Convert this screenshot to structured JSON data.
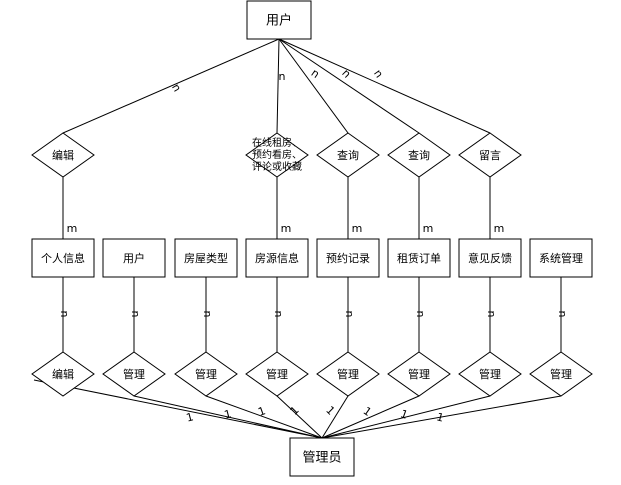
{
  "diagram": {
    "top_entity": "用户",
    "bottom_entity": "管理员",
    "entities": [
      "个人信息",
      "用户",
      "房屋类型",
      "房源信息",
      "预约记录",
      "租赁订单",
      "意见反馈",
      "系统管理"
    ],
    "top_relations": [
      {
        "label": "编辑",
        "entity_index": 0,
        "top_card": "n",
        "bottom_card": "m"
      },
      {
        "label_lines": [
          "在线租房、",
          "预约看房、",
          "评论或收藏"
        ],
        "entity_index": 3,
        "top_card": "n",
        "bottom_card": "m"
      },
      {
        "label": "查询",
        "entity_index": 4,
        "top_card": "n",
        "bottom_card": "m"
      },
      {
        "label": "查询",
        "entity_index": 5,
        "top_card": "n",
        "bottom_card": "m"
      },
      {
        "label": "留言",
        "entity_index": 6,
        "top_card": "n",
        "bottom_card": "m"
      }
    ],
    "bottom_relations": [
      {
        "label": "编辑",
        "top_card": "n",
        "bottom_card": "1"
      },
      {
        "label": "管理",
        "top_card": "n",
        "bottom_card": "1"
      },
      {
        "label": "管理",
        "top_card": "n",
        "bottom_card": "1"
      },
      {
        "label": "管理",
        "top_card": "n",
        "bottom_card": "1"
      },
      {
        "label": "管理",
        "top_card": "n",
        "bottom_card": "1"
      },
      {
        "label": "管理",
        "top_card": "n",
        "bottom_card": "1"
      },
      {
        "label": "管理",
        "top_card": "n",
        "bottom_card": "1"
      },
      {
        "label": "管理",
        "top_card": "n",
        "bottom_card": "1"
      }
    ]
  }
}
